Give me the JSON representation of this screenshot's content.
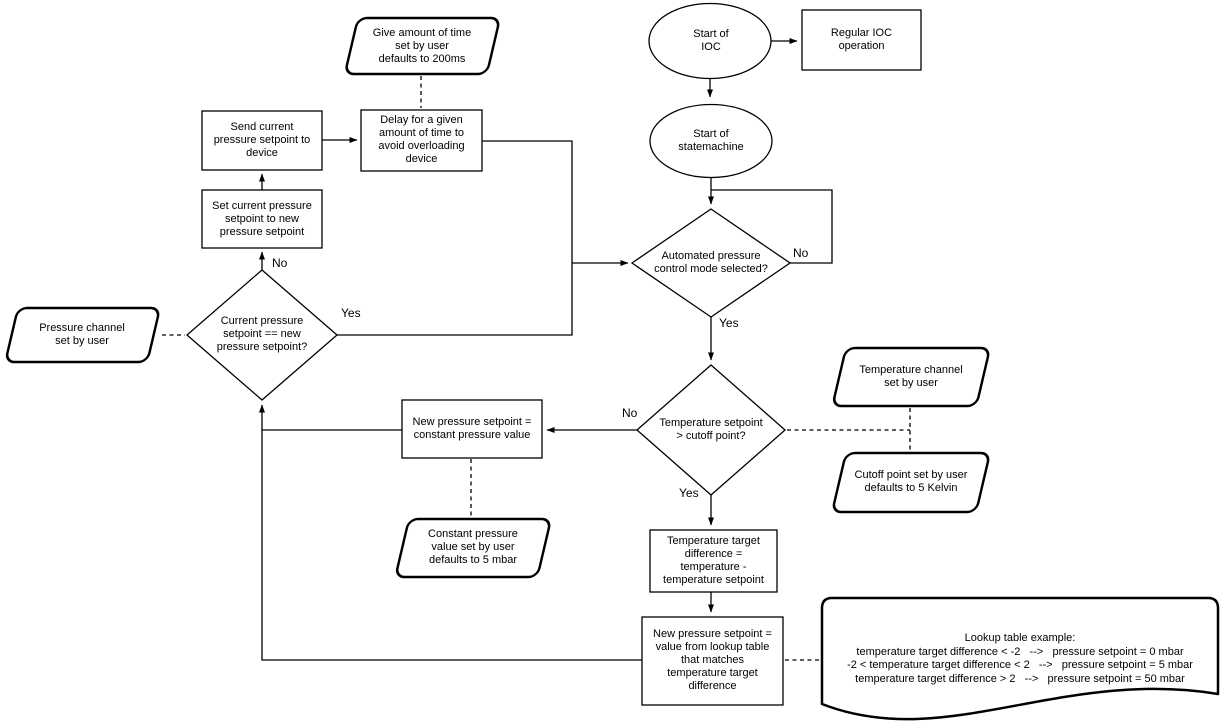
{
  "diagram": {
    "title": "Pressure control state machine flowchart",
    "colors": {
      "stroke": "#000000",
      "fill": "#ffffff",
      "text": "#000000"
    },
    "nodes": {
      "give_time": "Give amount of time\nset by user\ndefaults to 200ms",
      "start_ioc": "Start of\nIOC",
      "regular_ioc": "Regular IOC\noperation",
      "start_statemachine": "Start of\nstatemachine",
      "auto_mode": "Automated pressure\ncontrol mode selected?",
      "temp_cutoff": "Temperature setpoint\n> cutoff point?",
      "send_current": "Send current\npressure setpoint to\ndevice",
      "delay": "Delay for a given\namount of time to\navoid overloading\ndevice",
      "set_current": "Set current pressure\nsetpoint to new\npressure setpoint",
      "curr_eq_new": "Current pressure\nsetpoint == new\npressure setpoint?",
      "pressure_channel": "Pressure channel\nset by user",
      "new_const": "New pressure setpoint =\nconstant pressure value",
      "const_value": "Constant pressure\nvalue set by user\ndefaults to 5 mbar",
      "temp_channel": "Temperature channel\nset by user",
      "cutoff_point": "Cutoff point set by user\ndefaults to 5 Kelvin",
      "temp_diff": "Temperature target\ndifference =\ntemperature -\ntemperature setpoint",
      "lookup": "New pressure setpoint =\nvalue from lookup table\nthat matches\ntemperature target\ndifference"
    },
    "lookup_table": {
      "title": "Lookup table example:",
      "rows": [
        "temperature target difference < -2   -->   pressure setpoint = 0 mbar",
        "-2 < temperature target difference < 2   -->   pressure setpoint = 5 mbar",
        "temperature target difference > 2   -->   pressure setpoint = 50 mbar"
      ]
    },
    "edge_labels": {
      "auto_mode_no": "No",
      "auto_mode_yes": "Yes",
      "temp_cutoff_no": "No",
      "temp_cutoff_yes": "Yes",
      "curr_eq_new_no": "No",
      "curr_eq_new_yes": "Yes"
    }
  }
}
